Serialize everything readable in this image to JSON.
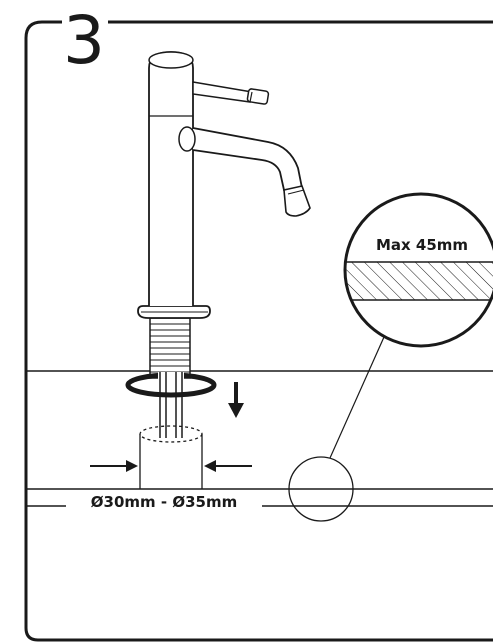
{
  "step": {
    "number": "3"
  },
  "annotations": {
    "max_thickness": "Max 45mm",
    "hole_diameter": "Ø30mm - Ø35mm"
  },
  "colors": {
    "line": "#1a1a1a",
    "background": "#ffffff"
  },
  "icons": {
    "down_arrow": "down-arrow-icon",
    "left_arrow": "inward-arrow-right-icon",
    "right_arrow": "inward-arrow-left-icon"
  }
}
